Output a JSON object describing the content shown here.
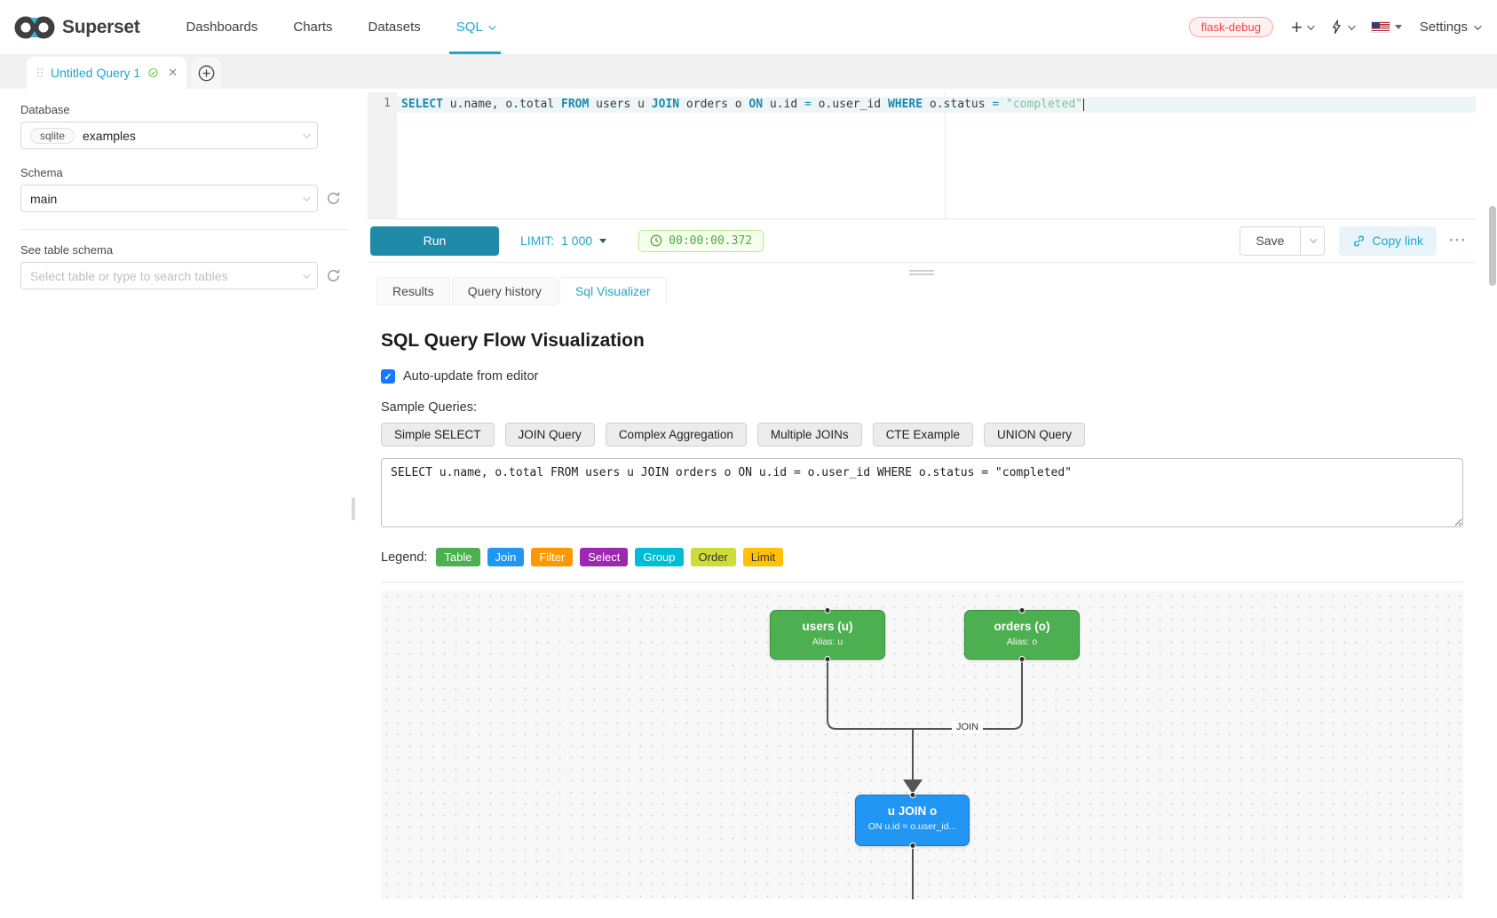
{
  "nav": {
    "brand": "Superset",
    "items": [
      {
        "label": "Dashboards"
      },
      {
        "label": "Charts"
      },
      {
        "label": "Datasets"
      },
      {
        "label": "SQL",
        "active": true
      }
    ],
    "env_badge": "flask-debug",
    "settings_label": "Settings"
  },
  "query_tab": {
    "title": "Untitled Query 1"
  },
  "sidebar": {
    "database_label": "Database",
    "database_engine": "sqlite",
    "database_value": "examples",
    "schema_label": "Schema",
    "schema_value": "main",
    "table_label": "See table schema",
    "table_placeholder": "Select table or type to search tables"
  },
  "editor": {
    "line_number": "1",
    "tokens": [
      {
        "t": "SELECT",
        "c": "kw"
      },
      {
        "t": " u.name, o.total ",
        "c": "id"
      },
      {
        "t": "FROM",
        "c": "kw"
      },
      {
        "t": " users u ",
        "c": "id"
      },
      {
        "t": "JOIN",
        "c": "kw"
      },
      {
        "t": " orders o ",
        "c": "id"
      },
      {
        "t": "ON",
        "c": "kw"
      },
      {
        "t": " u.id ",
        "c": "id"
      },
      {
        "t": "=",
        "c": "op"
      },
      {
        "t": " o.user_id ",
        "c": "id"
      },
      {
        "t": "WHERE",
        "c": "kw"
      },
      {
        "t": " o.status ",
        "c": "id"
      },
      {
        "t": "=",
        "c": "op"
      },
      {
        "t": " ",
        "c": "id"
      },
      {
        "t": "\"completed\"",
        "c": "str"
      }
    ]
  },
  "toolbar": {
    "run_label": "Run",
    "limit_label": "LIMIT:",
    "limit_value": "1 000",
    "timer": "00:00:00.372",
    "save_label": "Save",
    "copy_link_label": "Copy link",
    "more_label": "···"
  },
  "results_tabs": [
    {
      "label": "Results"
    },
    {
      "label": "Query history"
    },
    {
      "label": "Sql Visualizer",
      "active": true
    }
  ],
  "visualizer": {
    "title": "SQL Query Flow Visualization",
    "auto_update_label": "Auto-update from editor",
    "auto_update_checked": true,
    "check_glyph": "✓",
    "sample_queries_label": "Sample Queries:",
    "sample_queries": [
      "Simple SELECT",
      "JOIN Query",
      "Complex Aggregation",
      "Multiple JOINs",
      "CTE Example",
      "UNION Query"
    ],
    "sql_input": "SELECT u.name, o.total FROM users u JOIN orders o ON u.id = o.user_id WHERE o.status = \"completed\"",
    "legend_label": "Legend:",
    "legend": [
      {
        "label": "Table",
        "color": "#4CAF50",
        "text": "#ffffff"
      },
      {
        "label": "Join",
        "color": "#2196F3",
        "text": "#ffffff"
      },
      {
        "label": "Filter",
        "color": "#FF9800",
        "text": "#ffffff"
      },
      {
        "label": "Select",
        "color": "#9C27B0",
        "text": "#ffffff"
      },
      {
        "label": "Group",
        "color": "#00BCD4",
        "text": "#ffffff"
      },
      {
        "label": "Order",
        "color": "#CDDC39",
        "text": "#333333"
      },
      {
        "label": "Limit",
        "color": "#FFC107",
        "text": "#333333"
      }
    ]
  },
  "flow": {
    "nodes": [
      {
        "id": "users",
        "title": "users (u)",
        "subtitle": "Alias: u",
        "color": "#4CAF50"
      },
      {
        "id": "orders",
        "title": "orders (o)",
        "subtitle": "Alias: o",
        "color": "#4CAF50"
      },
      {
        "id": "join",
        "title": "u JOIN o",
        "subtitle": "ON u.id = o.user_id...",
        "color": "#2196F3"
      }
    ],
    "edge_label": "JOIN"
  },
  "colors": {
    "accent": "#20a7c9",
    "run_button": "#1f8ba8",
    "sql_keyword": "#1b8aad",
    "sql_string": "#7bc29a",
    "timer_green": "#4fa83d",
    "env_badge_red": "#e84749",
    "checkbox_blue": "#1677ff",
    "node_table_green": "#4CAF50",
    "node_join_blue": "#2196F3",
    "edge_gray": "#555555"
  }
}
